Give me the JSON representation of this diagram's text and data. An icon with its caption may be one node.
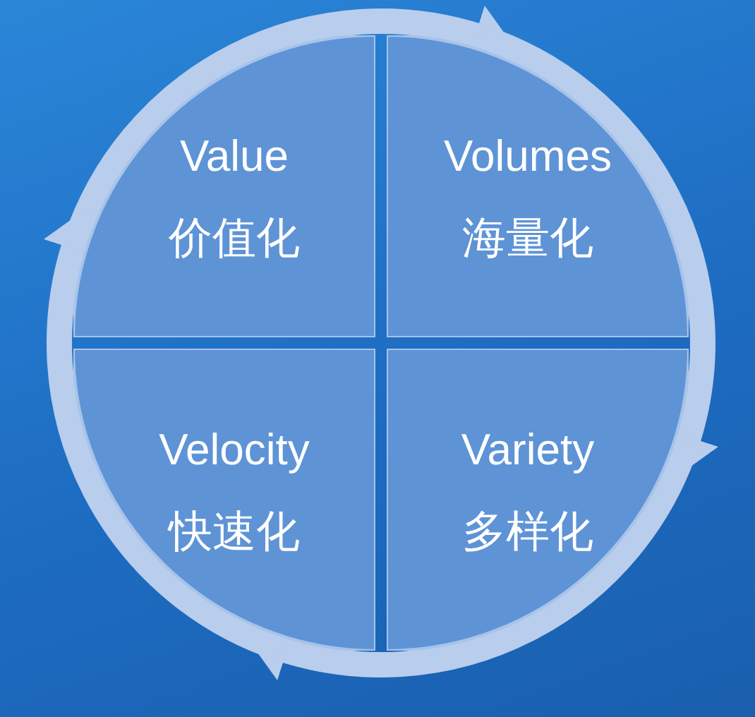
{
  "diagram": {
    "nodes": [
      {
        "text": [
          "Value",
          "价值化"
        ]
      },
      {
        "text": [
          "Volumes",
          "海量化"
        ]
      },
      {
        "text": [
          "Velocity",
          "快速化"
        ]
      },
      {
        "text": [
          "Variety",
          "多样化"
        ]
      }
    ],
    "edges": [
      {
        "from": 0,
        "to": 1,
        "arrow": "to"
      },
      {
        "from": 1,
        "to": 3,
        "arrow": "to"
      },
      {
        "from": 3,
        "to": 2,
        "arrow": "to"
      },
      {
        "from": 2,
        "to": 0,
        "arrow": "to"
      }
    ]
  }
}
